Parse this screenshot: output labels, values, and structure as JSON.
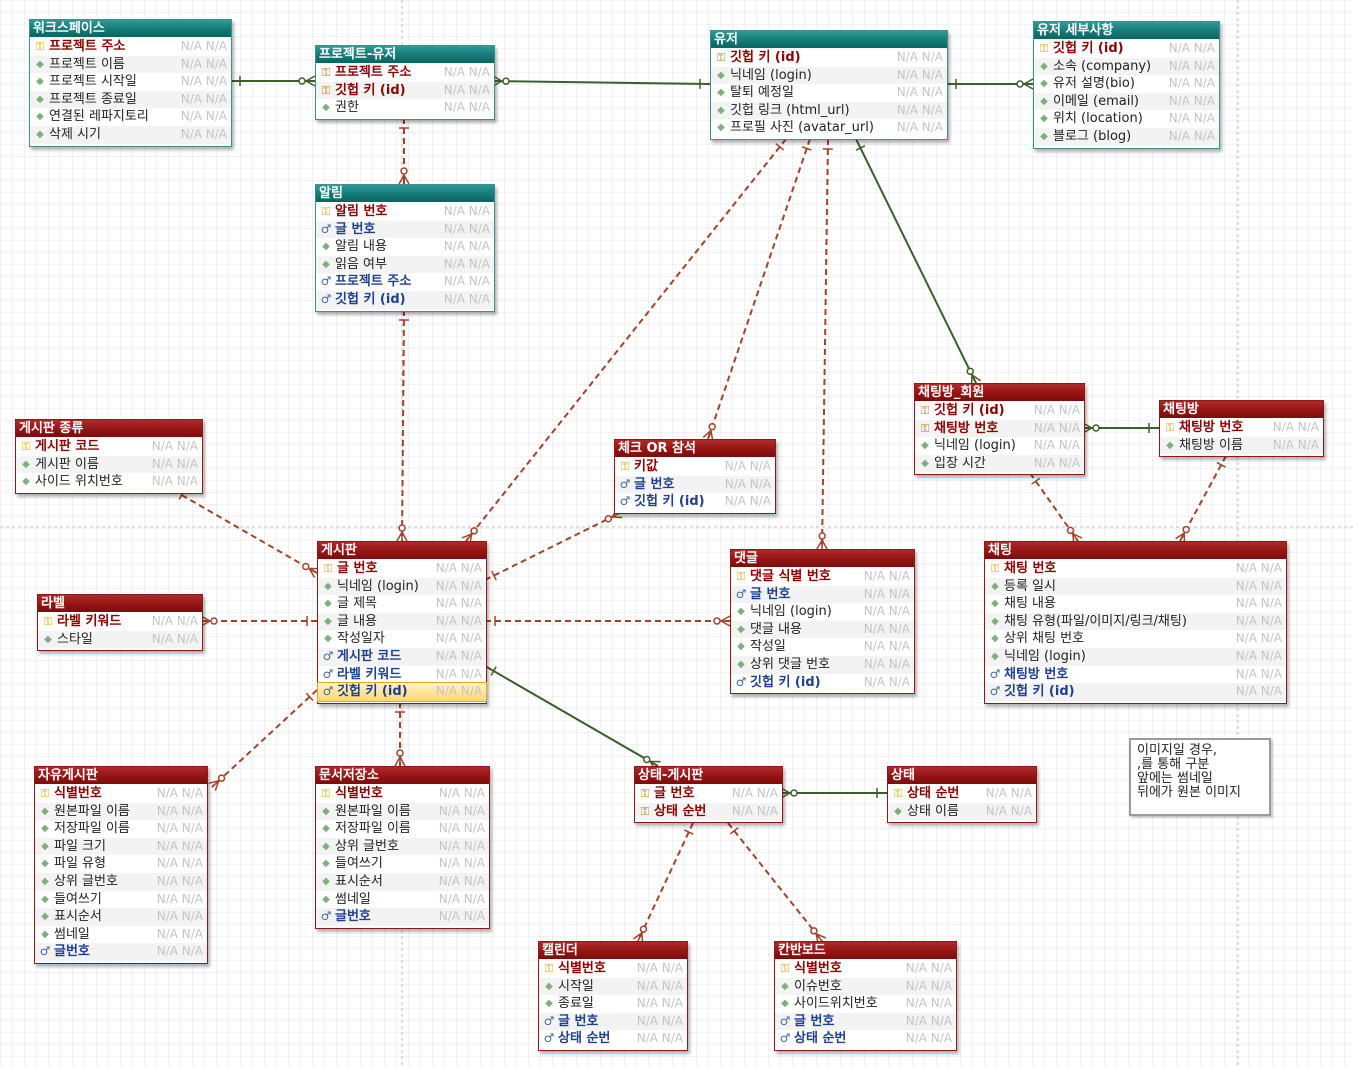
{
  "null_type": "N/A N/A",
  "colors": {
    "relationship_identifying": "#3c5f2a",
    "relationship_optional": "#a0432a"
  },
  "entities": {
    "workspace": {
      "title": "워크스페이스",
      "attrs": [
        {
          "name": "프로젝트 주소",
          "key": "pk"
        },
        {
          "name": "프로젝트 이름",
          "key": "none"
        },
        {
          "name": "프로젝트 시작일",
          "key": "none"
        },
        {
          "name": "프로젝트 종료일",
          "key": "none"
        },
        {
          "name": "연결된 레파지토리",
          "key": "none"
        },
        {
          "name": "삭제 시기",
          "key": "none"
        }
      ]
    },
    "project_user": {
      "title": "프로젝트-유저",
      "attrs": [
        {
          "name": "프로젝트 주소",
          "key": "pfk"
        },
        {
          "name": "깃헙 키 (id)",
          "key": "pfk"
        },
        {
          "name": "권한",
          "key": "none"
        }
      ]
    },
    "user": {
      "title": "유저",
      "attrs": [
        {
          "name": "깃헙 키 (id)",
          "key": "pfk"
        },
        {
          "name": "닉네임 (login)",
          "key": "none"
        },
        {
          "name": "탈퇴 예정일",
          "key": "none"
        },
        {
          "name": "깃헙 링크 (html_url)",
          "key": "none"
        },
        {
          "name": "프로필 사진 (avatar_url)",
          "key": "none"
        }
      ]
    },
    "user_detail": {
      "title": "유저 세부사항",
      "attrs": [
        {
          "name": "깃헙 키 (id)",
          "key": "pk"
        },
        {
          "name": "소속 (company)",
          "key": "none"
        },
        {
          "name": "유저 설명(bio)",
          "key": "none"
        },
        {
          "name": "이메일 (email)",
          "key": "none"
        },
        {
          "name": "위치 (location)",
          "key": "none"
        },
        {
          "name": "블로그 (blog)",
          "key": "none"
        }
      ]
    },
    "alarm": {
      "title": "알림",
      "attrs": [
        {
          "name": "알림 번호",
          "key": "pk"
        },
        {
          "name": "글 번호",
          "key": "fk"
        },
        {
          "name": "알림 내용",
          "key": "none"
        },
        {
          "name": "읽음 여부",
          "key": "none"
        },
        {
          "name": "프로젝트 주소",
          "key": "fk"
        },
        {
          "name": "깃헙 키 (id)",
          "key": "fk"
        }
      ]
    },
    "board_type": {
      "title": "게시판 종류",
      "attrs": [
        {
          "name": "게시판 코드",
          "key": "pk"
        },
        {
          "name": "게시판 이름",
          "key": "none"
        },
        {
          "name": "사이드 위치번호",
          "key": "none"
        }
      ]
    },
    "check_or_join": {
      "title": "체크 OR 참석",
      "attrs": [
        {
          "name": "키값",
          "key": "pk"
        },
        {
          "name": "글 번호",
          "key": "fk"
        },
        {
          "name": "깃헙 키 (id)",
          "key": "fk"
        }
      ]
    },
    "chatroom_member": {
      "title": "채팅방_회원",
      "attrs": [
        {
          "name": "깃헙 키 (id)",
          "key": "pfk"
        },
        {
          "name": "채팅방 번호",
          "key": "pfk"
        },
        {
          "name": "닉네임 (login)",
          "key": "none"
        },
        {
          "name": "입장 시간",
          "key": "none"
        }
      ]
    },
    "chatroom": {
      "title": "채팅방",
      "attrs": [
        {
          "name": "채팅방 번호",
          "key": "pk"
        },
        {
          "name": "채팅방 이름",
          "key": "none"
        }
      ]
    },
    "board": {
      "title": "게시판",
      "attrs": [
        {
          "name": "글 번호",
          "key": "pk"
        },
        {
          "name": "닉네임 (login)",
          "key": "none"
        },
        {
          "name": "글 제목",
          "key": "none"
        },
        {
          "name": "글 내용",
          "key": "none"
        },
        {
          "name": "작성일자",
          "key": "none"
        },
        {
          "name": "게시판 코드",
          "key": "fk"
        },
        {
          "name": "라벨 키워드",
          "key": "fk"
        },
        {
          "name": "깃헙 키 (id)",
          "key": "fk",
          "selected": true
        }
      ]
    },
    "comment": {
      "title": "댓글",
      "attrs": [
        {
          "name": "댓글 식별 번호",
          "key": "pk"
        },
        {
          "name": "글 번호",
          "key": "fk"
        },
        {
          "name": "닉네임 (login)",
          "key": "none"
        },
        {
          "name": "댓글 내용",
          "key": "none"
        },
        {
          "name": "작성일",
          "key": "none"
        },
        {
          "name": "상위 댓글 번호",
          "key": "none"
        },
        {
          "name": "깃헙 키 (id)",
          "key": "fk"
        }
      ]
    },
    "chat": {
      "title": "채팅",
      "attrs": [
        {
          "name": "채팅 번호",
          "key": "pk"
        },
        {
          "name": "등록 일시",
          "key": "none"
        },
        {
          "name": "채팅 내용",
          "key": "none"
        },
        {
          "name": "채팅 유형(파일/이미지/링크/채팅)",
          "key": "none"
        },
        {
          "name": "상위 채팅 번호",
          "key": "none"
        },
        {
          "name": "닉네임 (login)",
          "key": "none"
        },
        {
          "name": "채팅방 번호",
          "key": "fk"
        },
        {
          "name": "깃헙 키 (id)",
          "key": "fk"
        }
      ]
    },
    "label": {
      "title": "라벨",
      "attrs": [
        {
          "name": "라벨 키워드",
          "key": "pk"
        },
        {
          "name": "스타일",
          "key": "none"
        }
      ]
    },
    "free_board": {
      "title": "자유게시판",
      "attrs": [
        {
          "name": "식별번호",
          "key": "pk"
        },
        {
          "name": "원본파일 이름",
          "key": "none"
        },
        {
          "name": "저장파일 이름",
          "key": "none"
        },
        {
          "name": "파일 크기",
          "key": "none"
        },
        {
          "name": "파일 유형",
          "key": "none"
        },
        {
          "name": "상위 글번호",
          "key": "none"
        },
        {
          "name": "들여쓰기",
          "key": "none"
        },
        {
          "name": "표시순서",
          "key": "none"
        },
        {
          "name": "썸네일",
          "key": "none"
        },
        {
          "name": "글번호",
          "key": "fk"
        }
      ]
    },
    "doc_storage": {
      "title": "문서저장소",
      "attrs": [
        {
          "name": "식별번호",
          "key": "pk"
        },
        {
          "name": "원본파일 이름",
          "key": "none"
        },
        {
          "name": "저장파일 이름",
          "key": "none"
        },
        {
          "name": "상위 글번호",
          "key": "none"
        },
        {
          "name": "들여쓰기",
          "key": "none"
        },
        {
          "name": "표시순서",
          "key": "none"
        },
        {
          "name": "썸네일",
          "key": "none"
        },
        {
          "name": "글번호",
          "key": "fk"
        }
      ]
    },
    "state_board": {
      "title": "상태-게시판",
      "attrs": [
        {
          "name": "글 번호",
          "key": "pfk"
        },
        {
          "name": "상태 순번",
          "key": "pfk"
        }
      ]
    },
    "state": {
      "title": "상태",
      "attrs": [
        {
          "name": "상태 순번",
          "key": "pk"
        },
        {
          "name": "상태 이름",
          "key": "none"
        }
      ]
    },
    "calendar": {
      "title": "캘린더",
      "attrs": [
        {
          "name": "식별번호",
          "key": "pk"
        },
        {
          "name": "시작일",
          "key": "none"
        },
        {
          "name": "종료일",
          "key": "none"
        },
        {
          "name": "글 번호",
          "key": "fk"
        },
        {
          "name": "상태 순번",
          "key": "fk"
        }
      ]
    },
    "kanban": {
      "title": "칸반보드",
      "attrs": [
        {
          "name": "식별번호",
          "key": "pk"
        },
        {
          "name": "이슈번호",
          "key": "none"
        },
        {
          "name": "사이드위치번호",
          "key": "none"
        },
        {
          "name": "글 번호",
          "key": "fk"
        },
        {
          "name": "상태 순번",
          "key": "fk"
        }
      ]
    }
  },
  "note": {
    "lines": [
      "이미지일 경우,",
      " ,를 통해 구분",
      "앞에는 썸네일",
      "뒤에가 원본 이미지"
    ]
  }
}
